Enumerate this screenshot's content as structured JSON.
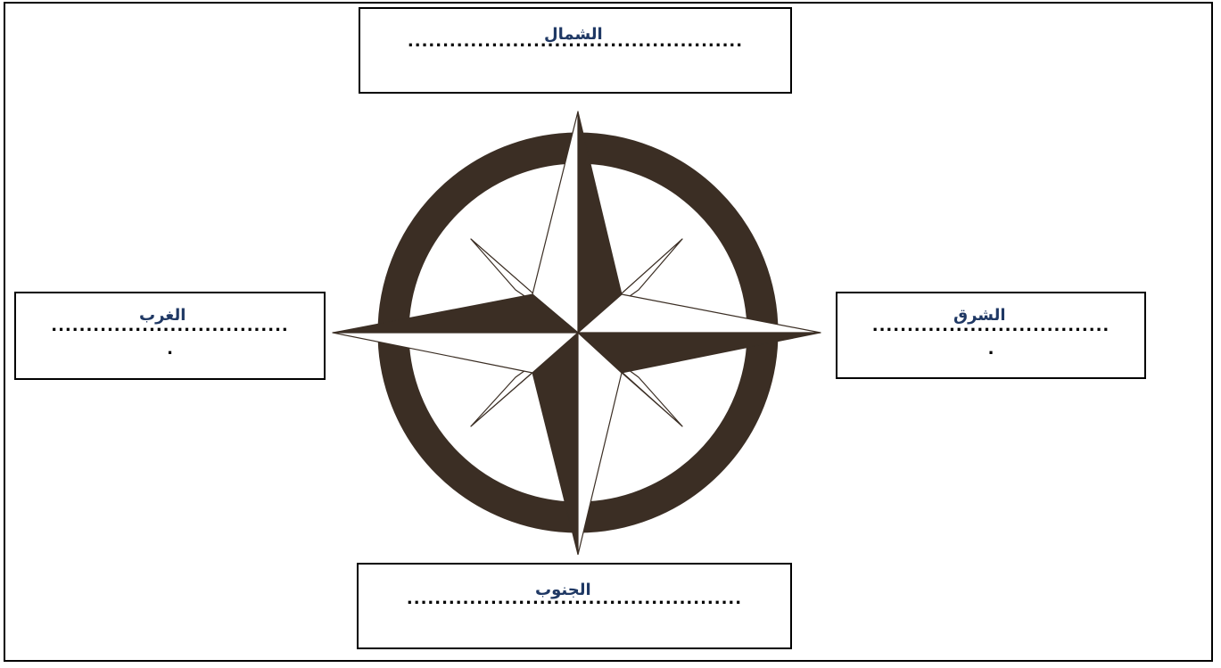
{
  "north": {
    "label": "الشمال",
    "line": "................................................"
  },
  "south": {
    "label": "الجنوب",
    "line": "................................................"
  },
  "west": {
    "label": "الغرب",
    "line": "..................................",
    "line2": "."
  },
  "east": {
    "label": "الشرق",
    "line": "..................................",
    "line2": "."
  },
  "colors": {
    "compass_fill": "#3b2e24",
    "compass_light": "#ffffff",
    "label_text": "#1f3864"
  }
}
